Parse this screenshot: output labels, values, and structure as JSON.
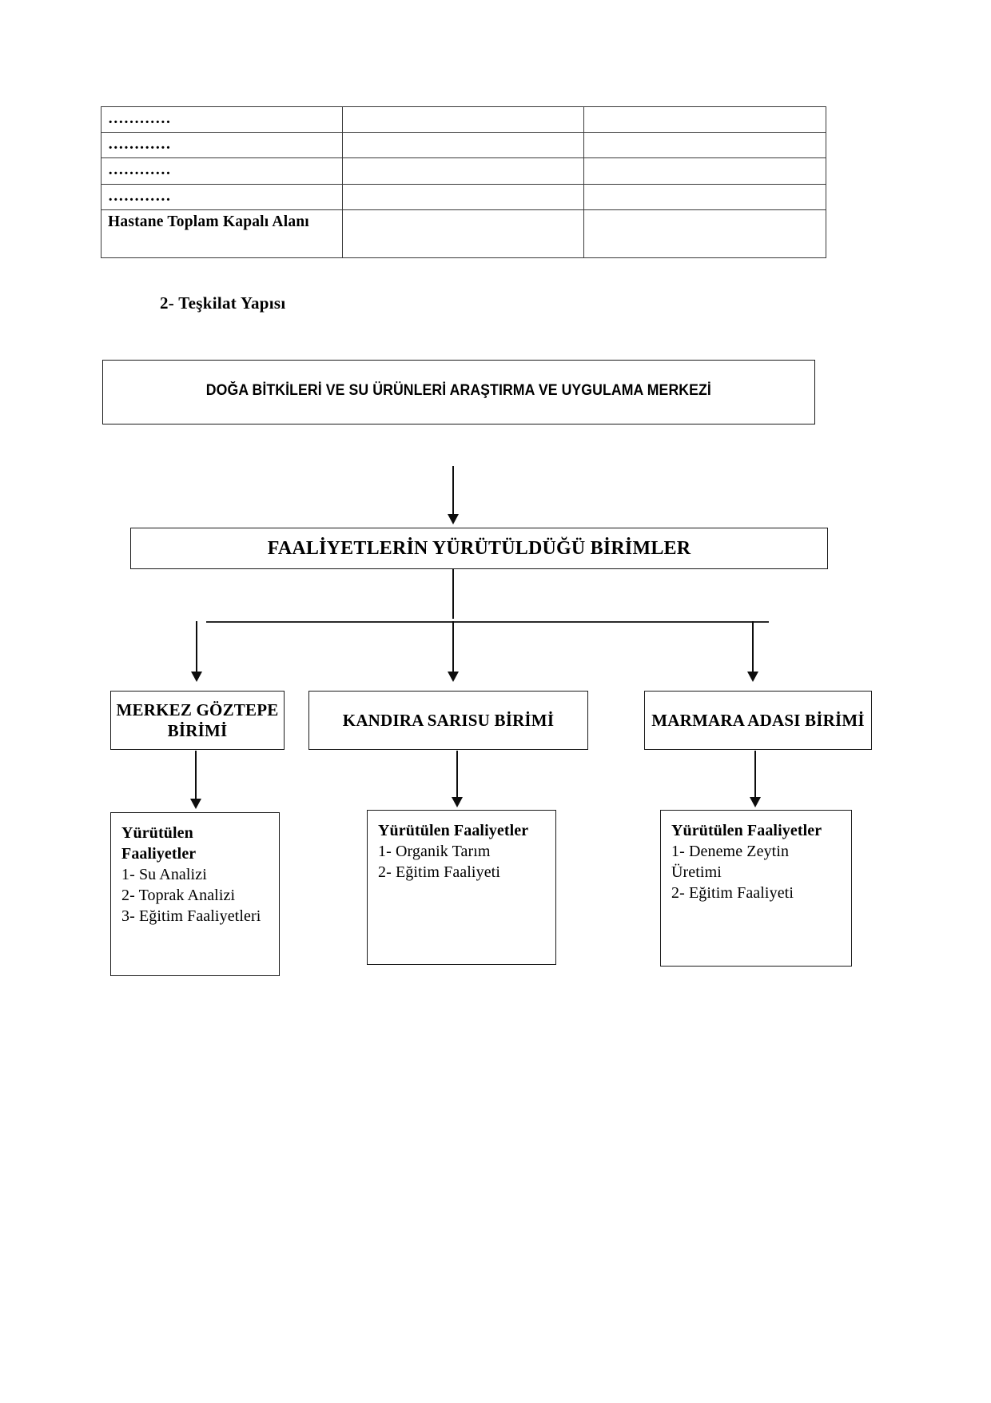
{
  "table": {
    "rows": [
      {
        "label": "…………",
        "mid": "",
        "end": ""
      },
      {
        "label": "…………",
        "mid": "",
        "end": ""
      },
      {
        "label": "…………",
        "mid": "",
        "end": ""
      },
      {
        "label": "…………",
        "mid": "",
        "end": ""
      },
      {
        "label": "Hastane Toplam Kapalı Alanı",
        "mid": "",
        "end": ""
      }
    ]
  },
  "section": {
    "heading": "2- Teşkilat Yapısı"
  },
  "org_chart": {
    "root": "DOĞA BİTKİLERİ VE SU ÜRÜNLERİ ARAŞTIRMA VE UYGULAMA MERKEZİ",
    "units_header": "FAALİYETLERİN YÜRÜTÜLDÜĞÜ BİRİMLER",
    "units": [
      {
        "name": "MERKEZ GÖZTEPE BİRİMİ"
      },
      {
        "name": "KANDIRA SARISU BİRİMİ"
      },
      {
        "name": "MARMARA ADASI BİRİMİ"
      }
    ],
    "activities": [
      {
        "heading": "Yürütülen Faaliyetler",
        "items": [
          "1- Su Analizi",
          "2- Toprak Analizi",
          "3- Eğitim Faaliyetleri"
        ]
      },
      {
        "heading": "Yürütülen Faaliyetler",
        "items": [
          "1- Organik Tarım",
          "2- Eğitim Faaliyeti"
        ]
      },
      {
        "heading": "Yürütülen Faaliyetler",
        "items": [
          "1- Deneme Zeytin Üretimi",
          "2- Eğitim Faaliyeti"
        ]
      }
    ]
  }
}
